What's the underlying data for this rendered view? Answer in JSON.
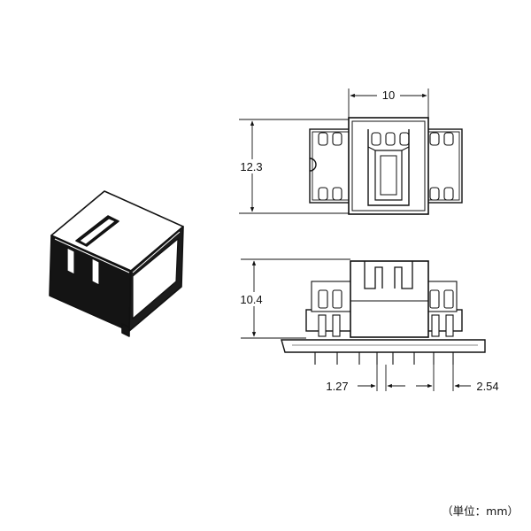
{
  "dimensions": {
    "top_width": "10",
    "top_height": "12.3",
    "front_height": "10.4",
    "pin_pitch_a": "1.27",
    "pin_pitch_b": "2.54"
  },
  "unit_note": "（単位：mm）",
  "colors": {
    "line": "#111111",
    "fill_dark": "#141414",
    "background": "#ffffff"
  }
}
